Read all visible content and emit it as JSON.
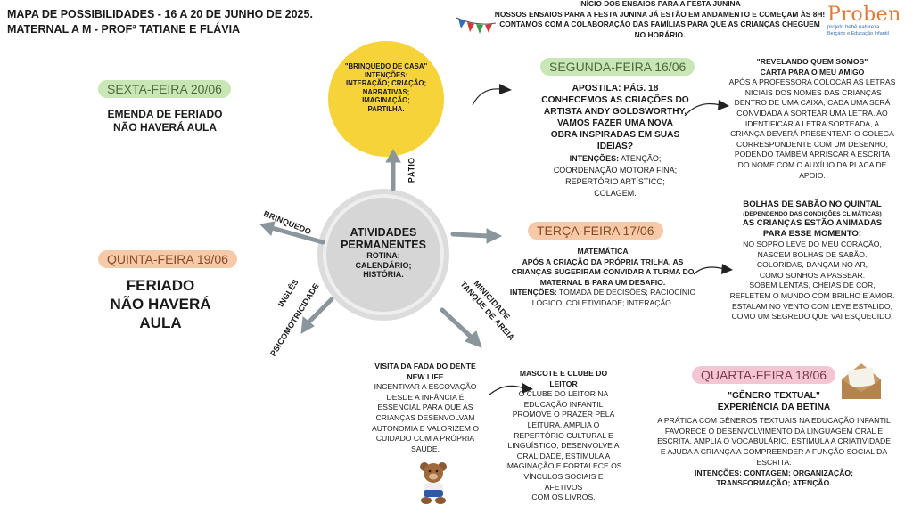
{
  "header": {
    "title_line1": "MAPA DE POSSIBILIDADES - 16 A 20 DE JUNHO DE 2025.",
    "title_line2": "MATERNAL A M - PROFª TATIANE E FLÁVIA"
  },
  "notice": {
    "line0": "INÍCIO DOS ENSAIOS PARA A FESTA JUNINA",
    "line1": "NOSSOS ENSAIOS PARA A FESTA JUNINA JÁ ESTÃO EM ANDAMENTO E COMEÇAM ÀS 8H!",
    "line2": "CONTAMOS COM A COLABORAÇÃO DAS FAMÍLIAS PARA QUE AS CRIANÇAS CHEGUEM",
    "line3": "NO HORÁRIO."
  },
  "logo": {
    "name": "Proben",
    "sub1": "projeto bebê natureza",
    "sub2": "Berçário e Educação Infantil"
  },
  "center": {
    "title1": "ATIVIDADES",
    "title2": "PERMANENTES",
    "l1": "ROTINA;",
    "l2": "CALENDÁRIO;",
    "l3": "HISTÓRIA."
  },
  "spokes": {
    "patio": "PÁTIO",
    "brinquedo": "BRINQUEDO",
    "ingles": "INGLÊS",
    "psico": "PSICOMOTRICIDADE",
    "minicidade": "MINICIDADE",
    "tanque": "TANQUE DE AREIA"
  },
  "brinquedo_casa": {
    "t1": "\"BRINQUEDO DE CASA\"",
    "t2": "INTENÇÕES:",
    "t3": "INTERAÇÃO; CRIAÇÃO;",
    "t4": "NARRATIVAS;",
    "t5": "IMAGINAÇÃO;",
    "t6": "PARTILHA."
  },
  "sexta": {
    "label": "SEXTA-FEIRA 20/06",
    "l1": "EMENDA DE FERIADO",
    "l2": "NÃO HAVERÁ AULA"
  },
  "quinta": {
    "label": "QUINTA-FEIRA 19/06",
    "l1": "FERIADO",
    "l2": "NÃO HAVERÁ",
    "l3": "AULA"
  },
  "segunda": {
    "label": "SEGUNDA-FEIRA 16/06",
    "l1": "APOSTILA: PÁG. 18",
    "l2": "CONHECEMOS AS CRIAÇÕES DO",
    "l3": "ARTISTA ANDY GOLDSWORTHY.",
    "l4": "VAMOS FAZER UMA NOVA",
    "l5": "OBRA INSPIRADAS EM SUAS",
    "l6": "IDEIAS?",
    "int_label": "INTENÇÕES:",
    "i1": "ATENÇÃO;",
    "i2": "COORDENAÇÃO MOTORA FINA;",
    "i3": "REPERTÓRIO ARTÍSTICO;",
    "i4": "COLAGEM."
  },
  "carta": {
    "t1": "\"REVELANDO QUEM SOMOS\"",
    "t2": "CARTA PARA O MEU AMIGO",
    "l1": "APÓS A PROFESSORA COLOCAR AS LETRAS",
    "l2": "INICIAIS DOS NOMES DAS CRIANÇAS",
    "l3": "DENTRO DE UMA CAIXA, CADA UMA SERÁ",
    "l4": "CONVIDADA A SORTEAR UMA LETRA. AO",
    "l5": "IDENTIFICAR A LETRA SORTEADA, A",
    "l6": "CRIANÇA DEVERÁ PRESENTEAR O COLEGA",
    "l7": "CORRESPONDENTE COM UM DESENHO,",
    "l8": "PODENDO TAMBÉM ARRISCAR A ESCRITA",
    "l9": "DO NOME COM O AUXÍLIO DA PLACA DE",
    "l10": "APOIO."
  },
  "bolhas": {
    "t1": "BOLHAS DE SABÃO NO QUINTAL",
    "t2": "(DEPENDENDO DAS CONDIÇÕES CLIMÁTICAS)",
    "t3": "AS CRIANÇAS ESTÃO ANIMADAS",
    "t4": "PARA ESSE MOMENTO!",
    "l1": "NO SOPRO LEVE DO MEU CORAÇÃO,",
    "l2": "NASCEM BOLHAS DE SABÃO.",
    "l3": "COLORIDAS, DANÇAM NO AR,",
    "l4": "COMO SONHOS A PASSEAR.",
    "l5": "SOBEM LENTAS, CHEIAS DE COR,",
    "l6": "REFLETEM O MUNDO COM BRILHO E AMOR.",
    "l7": "ESTALAM NO VENTO COM LEVE ESTALIDO,",
    "l8": "COMO UM SEGREDO QUE VAI ESQUECIDO."
  },
  "terca": {
    "label": "TERÇA-FEIRA 17/06",
    "t1": "MATEMÁTICA",
    "l1": "APÓS A CRIAÇÃO DA PRÓPRIA TRILHA, AS",
    "l2": "CRIANÇAS SUGERIRAM CONVIDAR A TURMA DO",
    "l3": "MATERNAL B PARA UM DESAFIO.",
    "int_label": "INTENÇÕES:",
    "i1": "TOMADA DE DECISÕES; RACIOCÍNIO",
    "i2": "LÓGICO; COLETIVIDADE; INTERAÇÃO."
  },
  "fada": {
    "t1": "VISITA DA FADA DO DENTE",
    "t2": "NEW LIFE",
    "l1": "INCENTIVAR A ESCOVAÇÃO",
    "l2": "DESDE A INFÂNCIA É",
    "l3": "ESSENCIAL PARA QUE AS",
    "l4": "CRIANÇAS DESENVOLVAM",
    "l5": "AUTONOMIA E VALORIZEM O",
    "l6": "CUIDADO COM A PRÓPRIA",
    "l7": "SAÚDE."
  },
  "mascote": {
    "t1": "MASCOTE E CLUBE DO",
    "t2": "LEITOR",
    "l1": "O CLUBE DO LEITOR NA",
    "l2": "EDUCAÇÃO INFANTIL",
    "l3": "PROMOVE O PRAZER PELA",
    "l4": "LEITURA, AMPLIA O",
    "l5": "REPERTÓRIO CULTURAL E",
    "l6": "LINGUÍSTICO, DESENVOLVE A",
    "l7": "ORALIDADE, ESTIMULA A",
    "l8": "IMAGINAÇÃO E FORTALECE OS",
    "l9": "VÍNCULOS SOCIAIS E AFETIVOS",
    "l10": "COM OS LIVROS."
  },
  "quarta": {
    "label": "QUARTA-FEIRA  18/06",
    "t1": "\"GÊNERO TEXTUAL\"",
    "t2": "EXPERIÊNCIA DA BETINA",
    "l1": "A PRÁTICA COM GÊNEROS TEXTUAIS NA EDUCAÇÃO INFANTIL",
    "l2": "FAVORECE O DESENVOLVIMENTO DA LINGUAGEM ORAL E",
    "l3": "ESCRITA, AMPLIA O VOCABULÁRIO, ESTIMULA A CRIATIVIDADE",
    "l4": "E AJUDA A CRIANÇA A COMPREENDER A FUNÇÃO SOCIAL DA",
    "l5": "ESCRITA.",
    "i1": "INTENÇÕES: CONTAGEM; ORGANIZAÇÃO;",
    "i2": "TRANSFORMAÇÃO; ATENÇÃO."
  },
  "colors": {
    "green": "#c9e7b6",
    "orange": "#f6c9a9",
    "pink": "#f4c6d4",
    "yellow": "#f7d33a",
    "arrow": "#8a969c"
  },
  "icons": [
    "bunting-icon",
    "teddy-bear-icon",
    "envelope-icon",
    "curved-arrow-icon"
  ]
}
